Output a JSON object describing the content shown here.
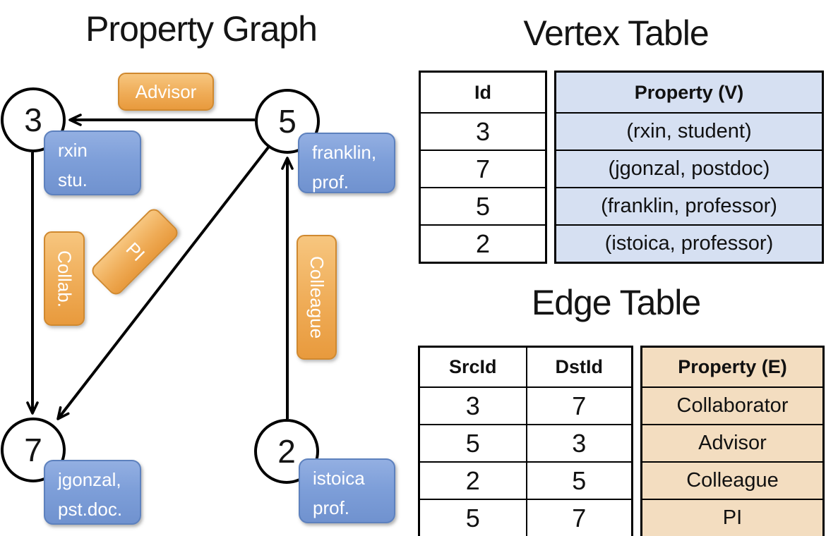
{
  "panel_titles": {
    "graph": "Property Graph",
    "vertex": "Vertex Table",
    "edge": "Edge Table"
  },
  "graph": {
    "nodes": [
      {
        "id": "3",
        "line1": "rxin",
        "line2": "stu."
      },
      {
        "id": "5",
        "line1": "franklin,",
        "line2": "prof."
      },
      {
        "id": "7",
        "line1": "jgonzal,",
        "line2": "pst.doc."
      },
      {
        "id": "2",
        "line1": "istoica",
        "line2": "prof."
      }
    ],
    "edge_labels": {
      "advisor": "Advisor",
      "collab": "Collab.",
      "pi": "PI",
      "colleague": "Colleague"
    }
  },
  "vertex_table": {
    "headers": {
      "id": "Id",
      "property": "Property (V)"
    },
    "rows": [
      {
        "id": "3",
        "property": "(rxin, student)"
      },
      {
        "id": "7",
        "property": "(jgonzal, postdoc)"
      },
      {
        "id": "5",
        "property": "(franklin, professor)"
      },
      {
        "id": "2",
        "property": "(istoica, professor)"
      }
    ]
  },
  "edge_table": {
    "headers": {
      "src": "SrcId",
      "dst": "DstId",
      "property": "Property (E)"
    },
    "rows": [
      {
        "src": "3",
        "dst": "7",
        "property": "Collaborator"
      },
      {
        "src": "5",
        "dst": "3",
        "property": "Advisor"
      },
      {
        "src": "2",
        "dst": "5",
        "property": "Colleague"
      },
      {
        "src": "5",
        "dst": "7",
        "property": "PI"
      }
    ]
  },
  "colors": {
    "orange_top": "#f7c67f",
    "orange_bottom": "#e89a3d",
    "orange_border": "#d0892f",
    "blue_top": "#93afe2",
    "blue_bottom": "#7092cf",
    "blue_border": "#5d81be",
    "vertex_cell_bg": "#d6e0f2",
    "edge_cell_bg": "#f3ddc0",
    "line": "#000000"
  }
}
